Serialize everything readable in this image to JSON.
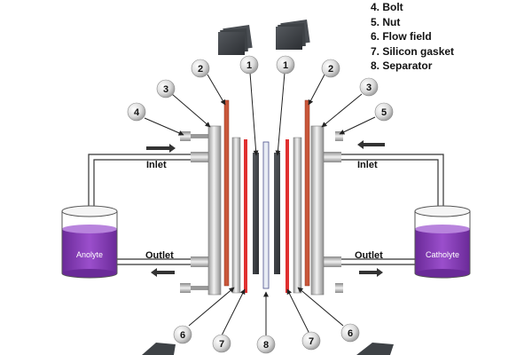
{
  "legend": {
    "items": [
      "4. Bolt",
      "5. Nut",
      "6. Flow field",
      "7. Silicon gasket",
      "8. Separator"
    ]
  },
  "labels": {
    "inlet_left": "Inlet",
    "inlet_right": "Inlet",
    "outlet_left": "Outlet",
    "outlet_right": "Outlet",
    "anolyte": "Anolyte",
    "catholyte": "Catholyte"
  },
  "badges": {
    "b1_left": "1",
    "b1_right": "1",
    "b2_left": "2",
    "b2_right": "2",
    "b3_left": "3",
    "b3_right": "3",
    "b4": "4",
    "b5": "5",
    "b6_left": "6",
    "b6_right": "6",
    "b7_left": "7",
    "b7_right": "7",
    "b8": "8"
  },
  "colors": {
    "electrolyte": "#8b3fb8",
    "current_collector": "#c9573a",
    "gasket": "#e03030",
    "plate": "#cfcfcf",
    "felt": "#3a3f44",
    "separator": "#e8ecf4"
  }
}
